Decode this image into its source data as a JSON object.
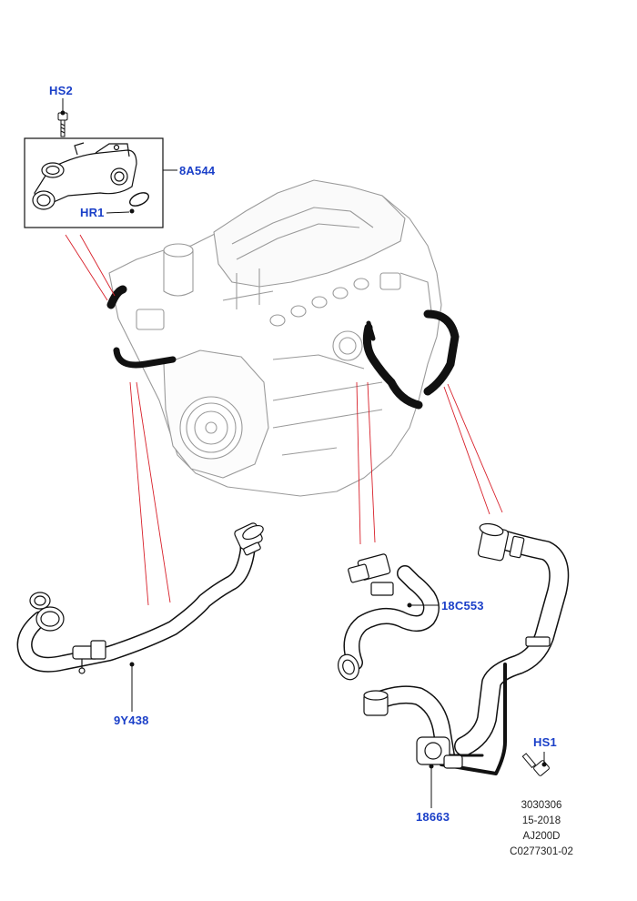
{
  "callouts": {
    "hs2": "HS2",
    "part_8a544": "8A544",
    "hr1": "HR1",
    "part_9y438": "9Y438",
    "part_18c553": "18C553",
    "hs1": "HS1",
    "part_18663": "18663"
  },
  "reference": {
    "line1": "3030306",
    "line2": "15-2018",
    "line3": "AJ200D",
    "line4": "C0277301-02"
  },
  "colors": {
    "callout_text": "#1a3fc8",
    "leader_line": "#d8202a",
    "hose": "#111111",
    "engine_outline": "#9a9a9a"
  }
}
